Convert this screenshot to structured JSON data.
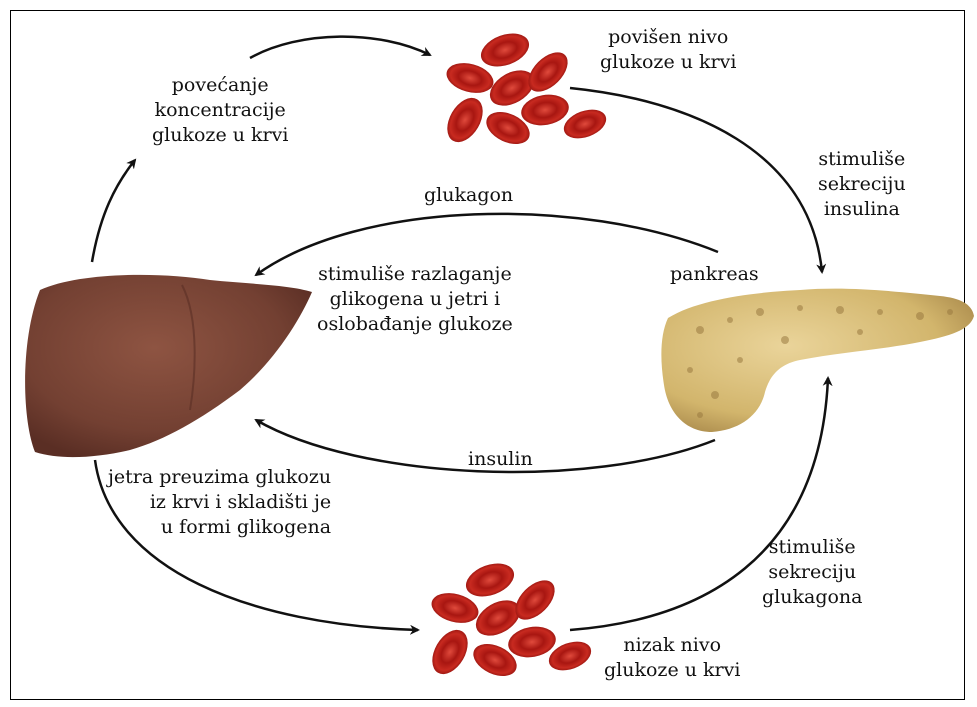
{
  "labels": {
    "increase_glucose": "povećanje\nkoncentracije\nglukoze u krvi",
    "high_glucose": "povišen nivo\nglukoze u krvi",
    "stimulates_insulin": "stimuliše\nsekreciju\ninsulina",
    "glucagon": "glukagon",
    "stimulates_breakdown": "stimuliše razlaganje\nglikogena u jetri i\noslobađanje glukoze",
    "pancreas": "pankreas",
    "insulin": "insulin",
    "liver_stores": "jetra preuzima glukozu\niz krvi i skladišti je\nu formi glikogena",
    "stimulates_glucagon": "stimuliše\nsekreciju\nglukagona",
    "low_glucose": "nizak nivo\nglukoze u krvi"
  },
  "colors": {
    "liver": "#7a4636",
    "blood_cell": "#b8201c",
    "pancreas": "#d9bf78",
    "arrow": "#111111"
  }
}
